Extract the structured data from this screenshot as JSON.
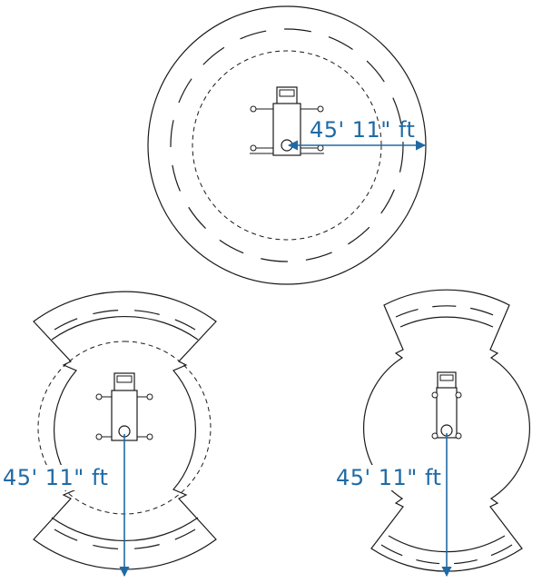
{
  "colors": {
    "outline": "#1a1a1a",
    "dimension": "#1f6aa5",
    "background": "#ffffff"
  },
  "diagrams": [
    {
      "id": "single-circle",
      "shape": "circle",
      "radius_label": "45' 11\" ft"
    },
    {
      "id": "bowtie-wide-truck",
      "shape": "bowtie",
      "radius_label": "45' 11\" ft"
    },
    {
      "id": "bowtie-narrow-truck",
      "shape": "bowtie",
      "radius_label": "45' 11\" ft"
    }
  ]
}
